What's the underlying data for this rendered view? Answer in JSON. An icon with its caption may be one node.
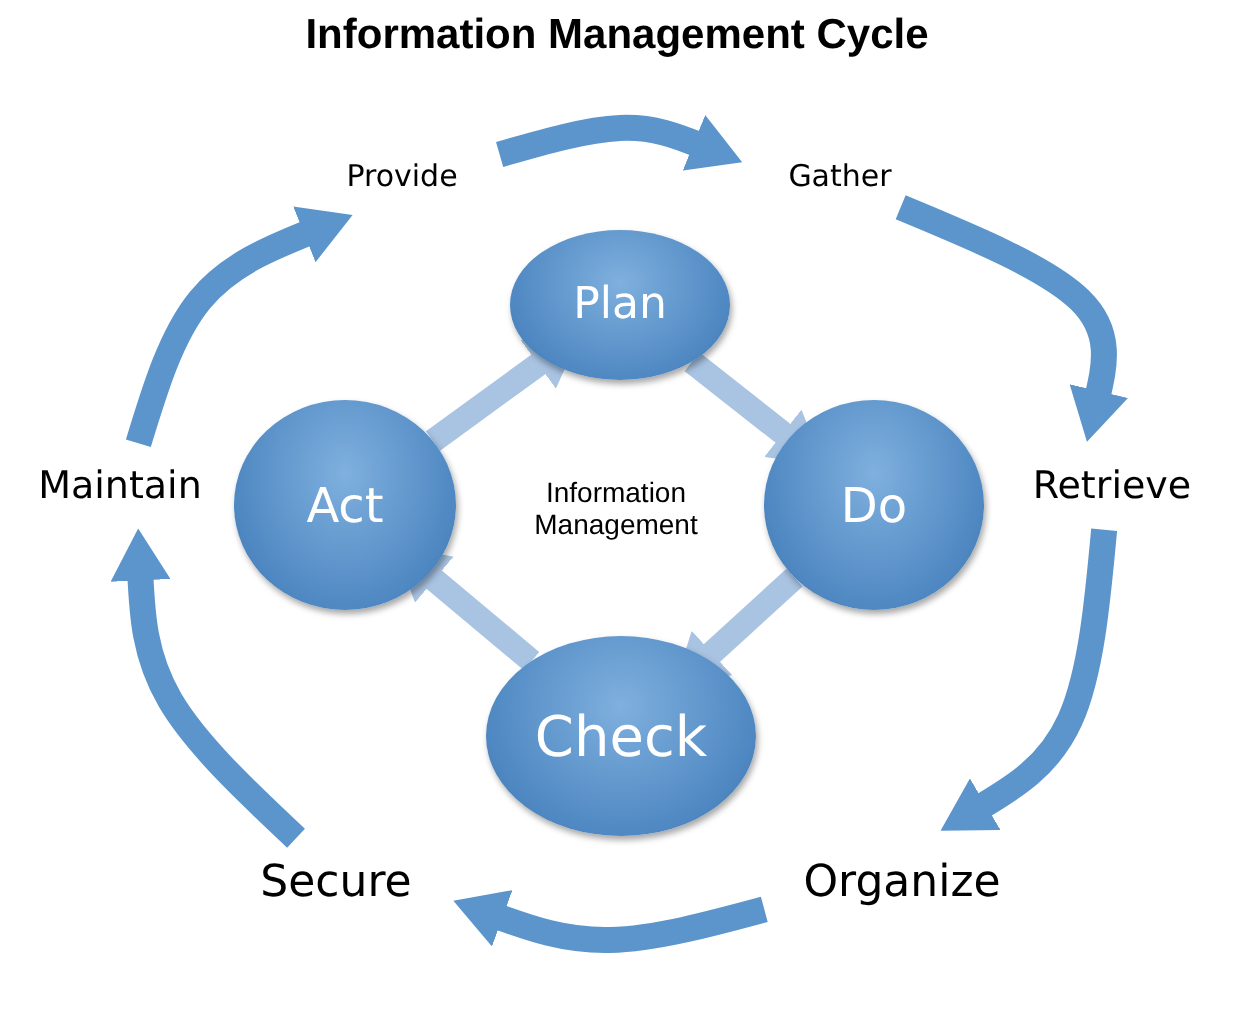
{
  "diagram": {
    "title": "Information Management Cycle",
    "nodes": [
      {
        "text": [
          "Provide"
        ]
      },
      {
        "text": [
          "Gather"
        ]
      },
      {
        "text": [
          "Retrieve"
        ]
      },
      {
        "text": [
          "Organize"
        ]
      },
      {
        "text": [
          "Secure"
        ]
      },
      {
        "text": [
          "Maintain"
        ]
      },
      {
        "text": [
          "Plan"
        ]
      },
      {
        "text": [
          "Do"
        ]
      },
      {
        "text": [
          "Check"
        ]
      },
      {
        "text": [
          "Act"
        ]
      }
    ],
    "edges": [
      {
        "from": 0,
        "to": 1,
        "arrow": "to"
      },
      {
        "from": 1,
        "to": 2,
        "arrow": "to"
      },
      {
        "from": 2,
        "to": 3,
        "arrow": "to"
      },
      {
        "from": 3,
        "to": 4,
        "arrow": "to"
      },
      {
        "from": 4,
        "to": 5,
        "arrow": "to"
      },
      {
        "from": 5,
        "to": 0,
        "arrow": "to"
      },
      {
        "from": 6,
        "to": 7,
        "arrow": "to",
        "color": "#a9c3e2"
      },
      {
        "from": 7,
        "to": 8,
        "arrow": "to",
        "color": "#a9c3e2"
      },
      {
        "from": 8,
        "to": 9,
        "arrow": "to",
        "color": "#a9c3e2"
      },
      {
        "from": 9,
        "to": 6,
        "arrow": "to",
        "color": "#a9c3e2"
      }
    ],
    "labels": [
      "Information Management"
    ]
  }
}
